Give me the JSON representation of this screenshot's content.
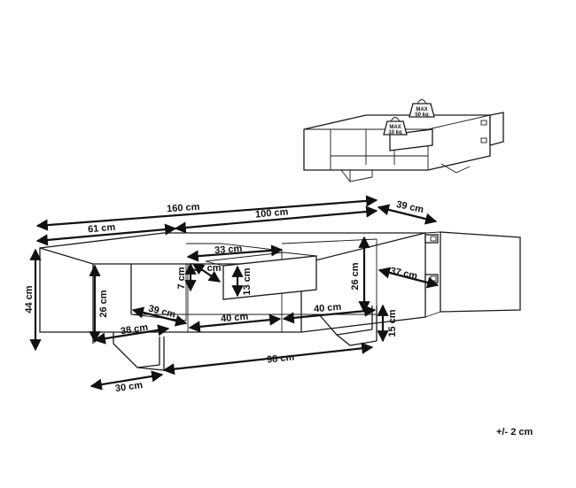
{
  "dimensions": {
    "total_width": "160 cm",
    "left_section": "61 cm",
    "right_section": "100 cm",
    "depth": "39 cm",
    "total_height": "44 cm",
    "drawer_top_width": "33 cm",
    "drawer_depth": "32 cm",
    "drawer_gap": "7 cm",
    "drawer_height": "13 cm",
    "inner_height_left": "26 cm",
    "inner_height_right": "26 cm",
    "inner_depth_left": "39 cm",
    "shelf_width_1": "40 cm",
    "shelf_width_2": "40 cm",
    "door_depth": "37 cm",
    "left_shelf_width": "38 cm",
    "leg_height": "15 cm",
    "leg_span": "98 cm",
    "leg_depth": "30 cm"
  },
  "weights": {
    "max_top_line1": "MAX",
    "max_top_line2": "50 kg",
    "max_drawer_line1": "MAX",
    "max_drawer_line2": "10 kg"
  },
  "tolerance": "+/- 2 cm"
}
